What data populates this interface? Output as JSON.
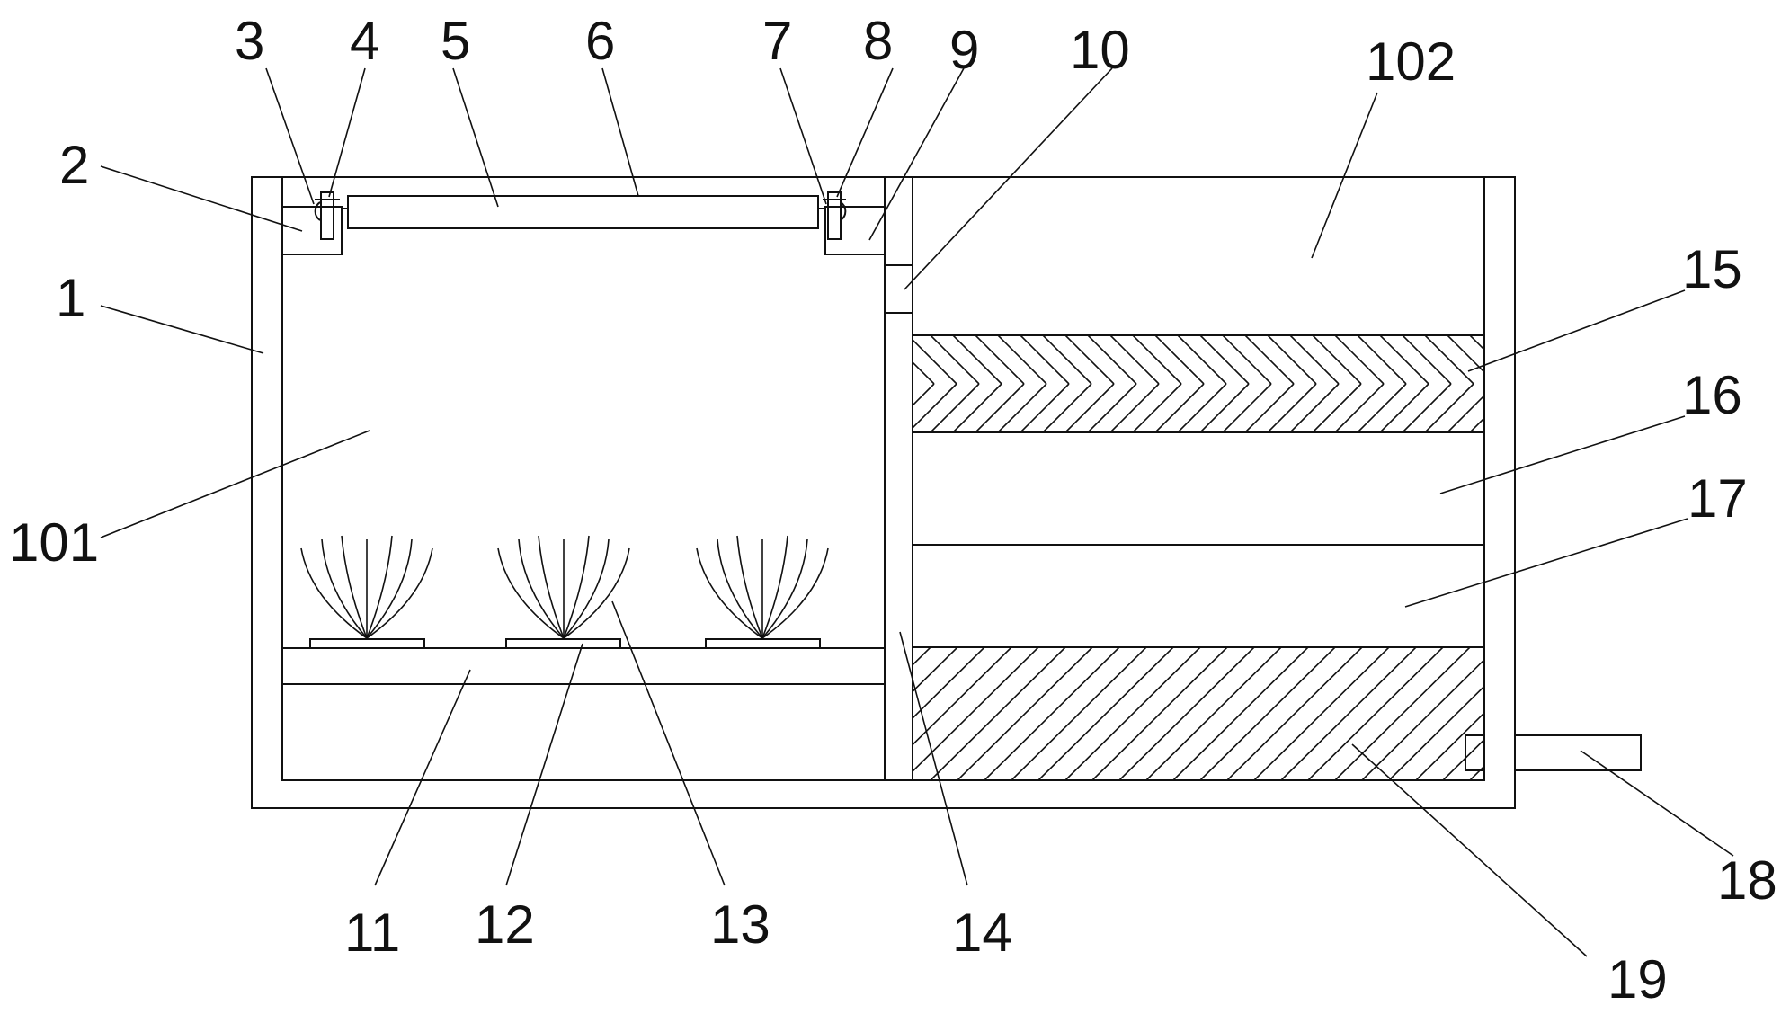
{
  "labels": {
    "l1": "1",
    "l2": "2",
    "l3": "3",
    "l4": "4",
    "l5": "5",
    "l6": "6",
    "l7": "7",
    "l8": "8",
    "l9": "9",
    "l10": "10",
    "l11": "11",
    "l12": "12",
    "l13": "13",
    "l14": "14",
    "l15": "15",
    "l16": "16",
    "l17": "17",
    "l18": "18",
    "l19": "19",
    "l101": "101",
    "l102": "102"
  },
  "colors": {
    "line": "#111111",
    "background": "#ffffff"
  }
}
